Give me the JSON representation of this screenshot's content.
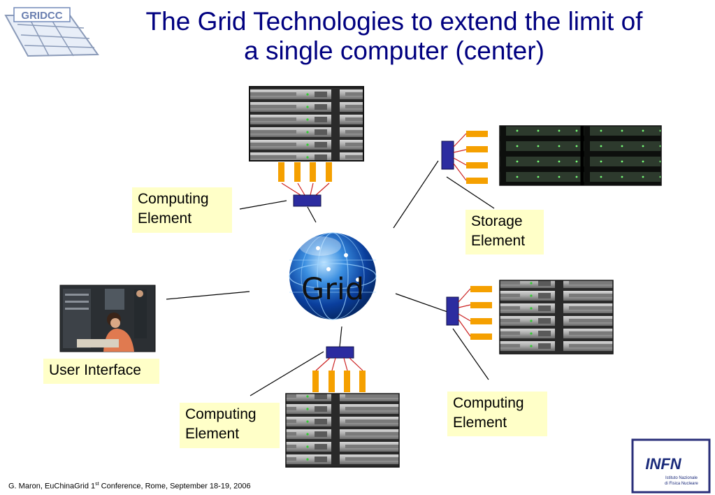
{
  "title": {
    "line1": "The Grid Technologies to extend the limit of",
    "line2": "a single computer (center)"
  },
  "logo_top_left": "GRIDCC",
  "center": {
    "label": "Grid"
  },
  "labels": {
    "ce_top": [
      "Computing",
      "Element"
    ],
    "storage": [
      "Storage",
      "Element"
    ],
    "user_interface": "User Interface",
    "ce_bottom": [
      "Computing",
      "Element"
    ],
    "ce_right": [
      "Computing",
      "Element"
    ]
  },
  "footer": {
    "prefix": "G. Maron, EuChinaGrid 1",
    "sup": "st",
    "suffix": " Conference, Rome, September 18-19, 2006"
  },
  "logo_bottom_right": {
    "text": "INFN",
    "sub1": "Istituto Nazionale",
    "sub2": "di Fisica Nucleare"
  },
  "colors": {
    "title": "#000080",
    "label_bg": "#ffffc8",
    "switch": "#2c2ca0",
    "node_orange": "#f5a000",
    "link_red": "#cc2222"
  }
}
